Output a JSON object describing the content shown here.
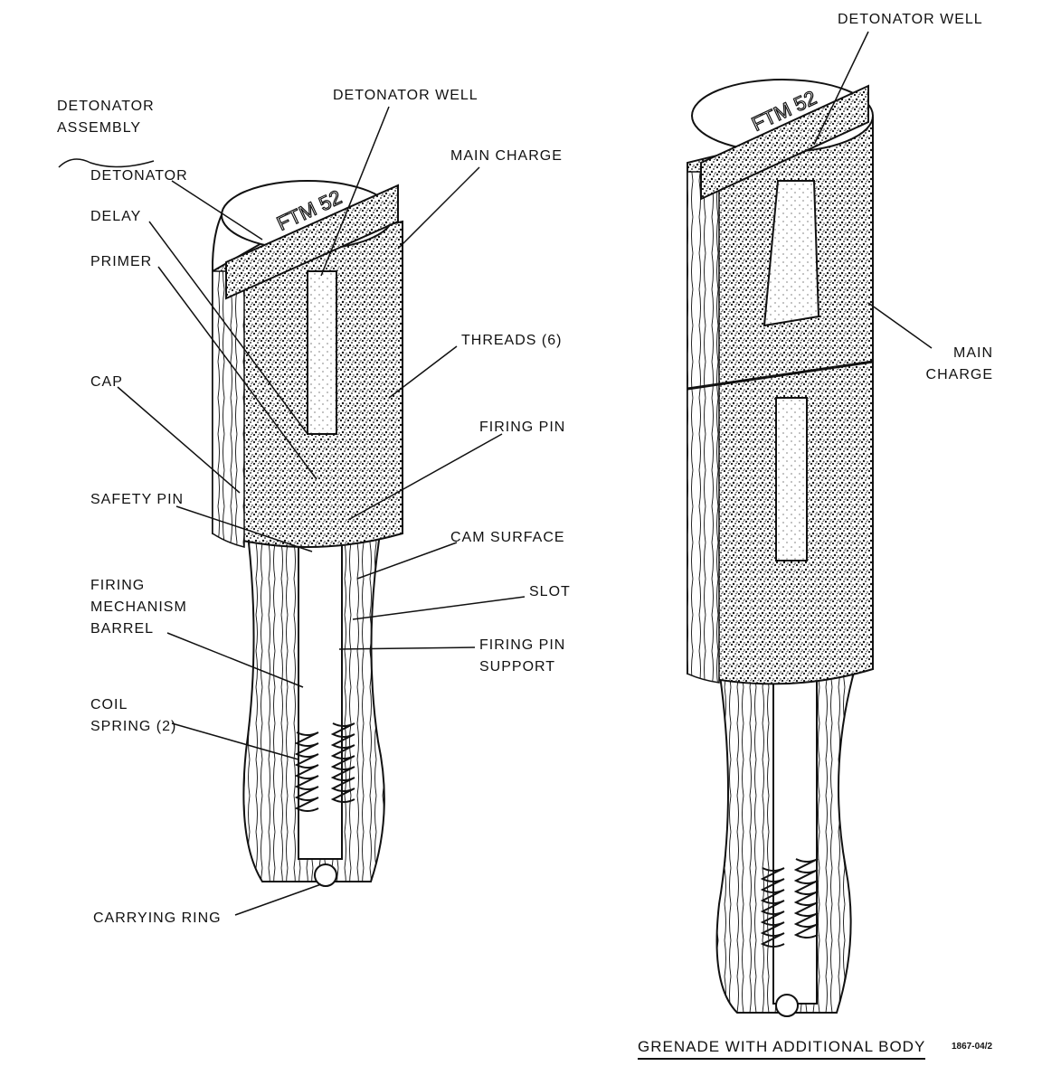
{
  "left_grenade": {
    "cap_marking": [
      "FTM",
      "52"
    ],
    "labels": {
      "detonator_assembly": [
        "DETONATOR",
        "ASSEMBLY"
      ],
      "detonator_well": "DETONATOR WELL",
      "detonator": "DETONATOR",
      "main_charge": "MAIN CHARGE",
      "delay": "DELAY",
      "primer": "PRIMER",
      "threads": "THREADS (6)",
      "cap": "CAP",
      "firing_pin": "FIRING PIN",
      "safety_pin": "SAFETY PIN",
      "cam_surface": "CAM SURFACE",
      "slot": "SLOT",
      "firing_mechanism_barrel": [
        "FIRING",
        "MECHANISM",
        "BARREL"
      ],
      "firing_pin_support": [
        "FIRING PIN",
        "SUPPORT"
      ],
      "coil_spring": [
        "COIL",
        "SPRING (2)"
      ],
      "carrying_ring": "CARRYING RING"
    }
  },
  "right_grenade": {
    "cap_marking": [
      "FTM",
      "52"
    ],
    "labels": {
      "detonator_well": "DETONATOR WELL",
      "main_charge": [
        "MAIN",
        "CHARGE"
      ]
    },
    "caption": "GRENADE WITH ADDITIONAL BODY"
  },
  "figure_code": "1867-04/2"
}
